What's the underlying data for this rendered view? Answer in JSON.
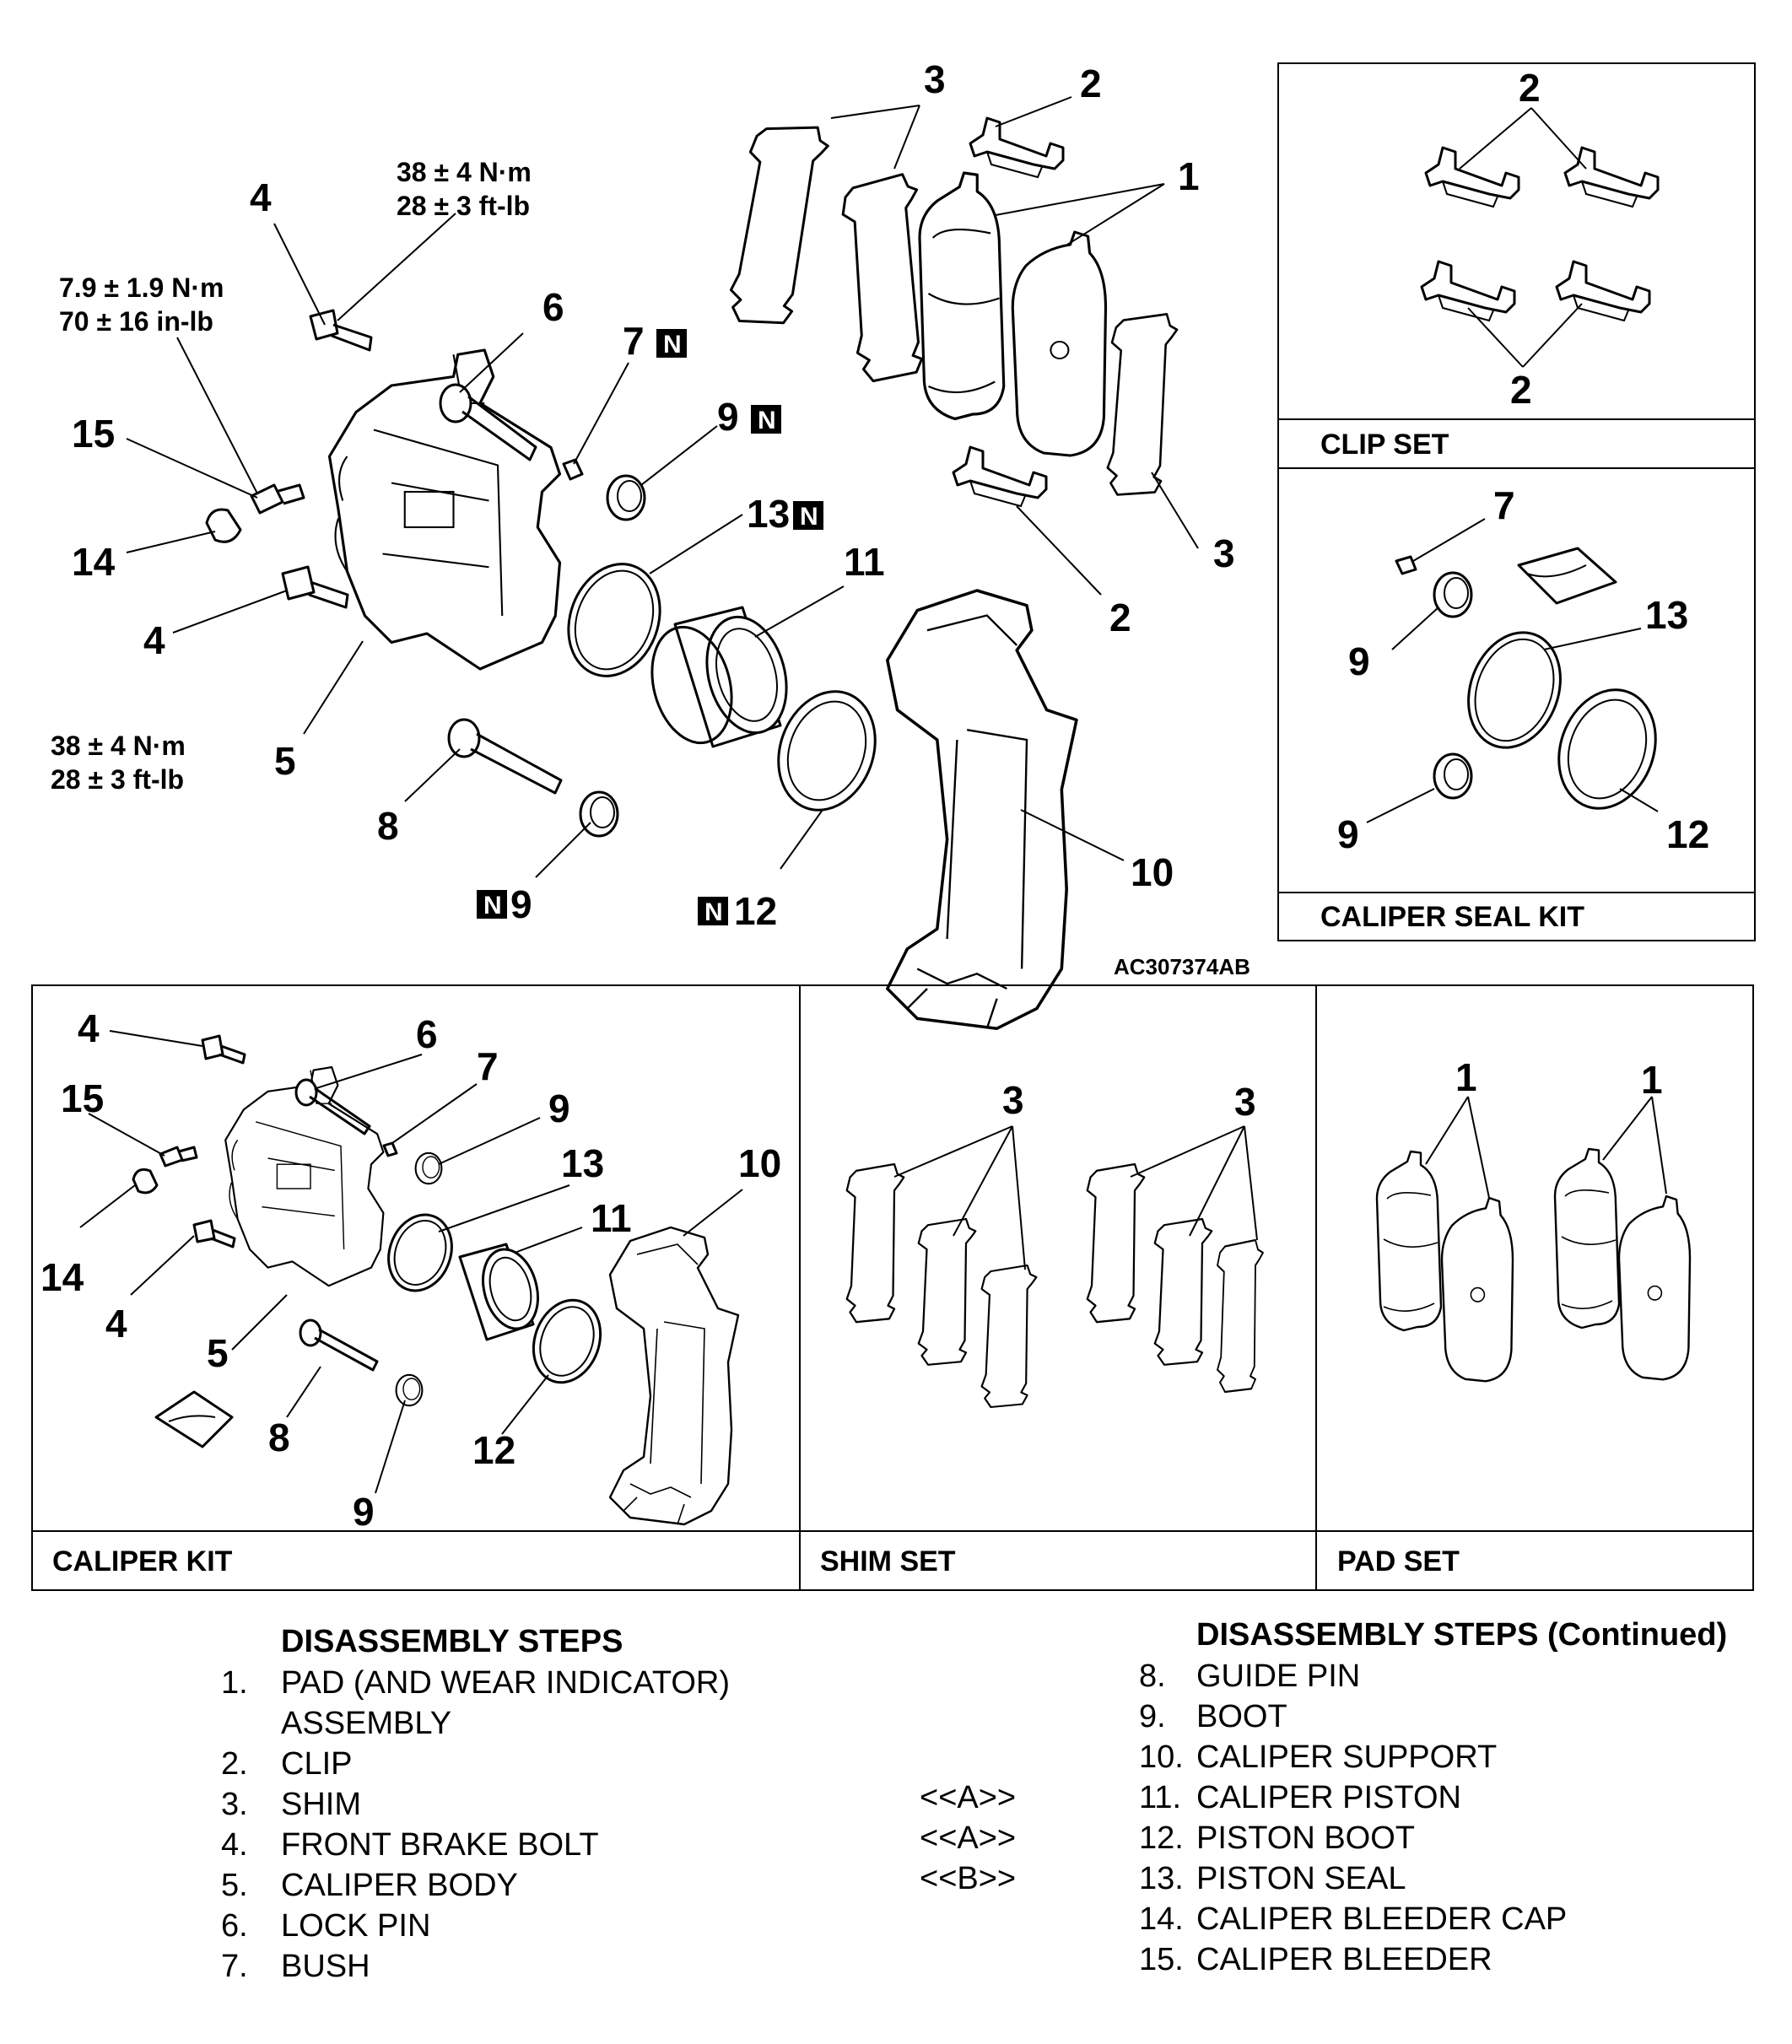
{
  "figure_id": "AC307374AB",
  "main_callouts": {
    "c1": "1",
    "c2a": "2",
    "c2b": "2",
    "c3a": "3",
    "c3b": "3",
    "c4a": "4",
    "c4b": "4",
    "c5": "5",
    "c6": "6",
    "c7": "7",
    "c8": "8",
    "c9a": "9",
    "c9b": "9",
    "c10": "10",
    "c11": "11",
    "c12": "12",
    "c13": "13",
    "c14": "14",
    "c15": "15"
  },
  "new_part_badge": "N",
  "torque": {
    "bolt_top": [
      "38 ± 4 N·m",
      "28 ± 3 ft-lb"
    ],
    "bleeder": [
      "7.9 ± 1.9 N·m",
      "70 ± 16 in-lb"
    ],
    "bolt_bottom": [
      "38 ± 4 N·m",
      "28 ± 3 ft-lb"
    ]
  },
  "clip_set": {
    "label": "CLIP SET",
    "callout_top": "2",
    "callout_bottom": "2"
  },
  "seal_kit": {
    "label": "CALIPER SEAL KIT",
    "c7": "7",
    "c9a": "9",
    "c9b": "9",
    "c13": "13",
    "c12": "12"
  },
  "caliper_kit": {
    "label": "CALIPER KIT",
    "c4a": "4",
    "c4b": "4",
    "c5": "5",
    "c6": "6",
    "c7": "7",
    "c8": "8",
    "c9a": "9",
    "c9b": "9",
    "c10": "10",
    "c11": "11",
    "c12": "12",
    "c13": "13",
    "c14": "14",
    "c15": "15"
  },
  "shim_set": {
    "label": "SHIM SET",
    "ca": "3",
    "cb": "3"
  },
  "pad_set": {
    "label": "PAD SET",
    "ca": "1",
    "cb": "1"
  },
  "steps_left": {
    "title": "DISASSEMBLY STEPS",
    "items": [
      {
        "num": "1.",
        "text": "PAD (AND WEAR INDICATOR)",
        "text2": "ASSEMBLY"
      },
      {
        "num": "2.",
        "text": "CLIP"
      },
      {
        "num": "3.",
        "text": "SHIM"
      },
      {
        "num": "4.",
        "text": "FRONT BRAKE BOLT"
      },
      {
        "num": "5.",
        "text": "CALIPER BODY"
      },
      {
        "num": "6.",
        "text": "LOCK PIN"
      },
      {
        "num": "7.",
        "text": "BUSH"
      }
    ]
  },
  "steps_right": {
    "title": "DISASSEMBLY STEPS (Continued)",
    "items": [
      {
        "num": "8.",
        "text": "GUIDE PIN",
        "mark": ""
      },
      {
        "num": "9.",
        "text": "BOOT",
        "mark": ""
      },
      {
        "num": "10.",
        "text": "CALIPER SUPPORT",
        "mark": ""
      },
      {
        "num": "11.",
        "text": "CALIPER PISTON",
        "mark": "<<A>>"
      },
      {
        "num": "12.",
        "text": "PISTON BOOT",
        "mark": "<<A>>"
      },
      {
        "num": "13.",
        "text": "PISTON SEAL",
        "mark": "<<B>>"
      },
      {
        "num": "14.",
        "text": "CALIPER BLEEDER CAP",
        "mark": ""
      },
      {
        "num": "15.",
        "text": "CALIPER BLEEDER",
        "mark": ""
      }
    ]
  }
}
